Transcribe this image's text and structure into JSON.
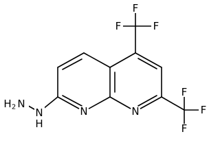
{
  "molecule": {
    "atom_labels": {
      "F": "F",
      "N": "N",
      "H": "H",
      "subscript_2": "2"
    }
  },
  "colors": {
    "bond": "#000000",
    "label": "#000000",
    "background": "#ffffff"
  }
}
